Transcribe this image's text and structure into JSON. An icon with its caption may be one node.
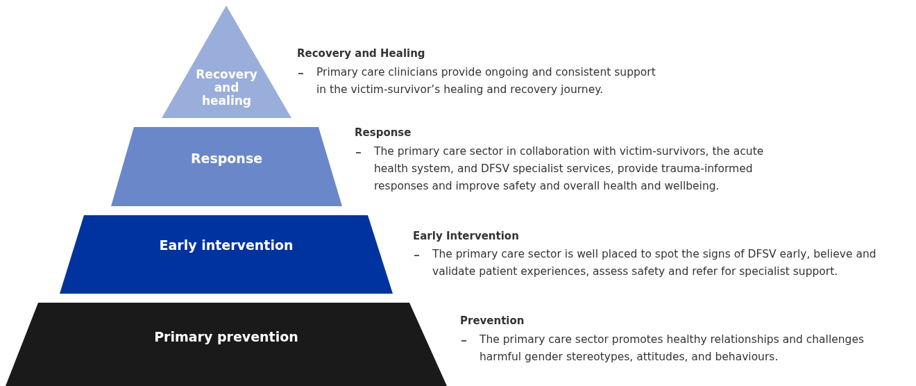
{
  "diagram": {
    "nodes": [
      {
        "text": [
          "Recovery and healing"
        ],
        "beside": [
          "Recovery and Healing",
          "Primary care clinicians provide ongoing and consistent support in the victim-survivor’s healing and recovery journey."
        ]
      },
      {
        "text": [
          "Response"
        ],
        "beside": [
          "Response",
          "The primary care sector in collaboration with victim-survivors, the acute health system, and DFSV specialist services, provide trauma-informed responses and improve safety and overall health and wellbeing."
        ]
      },
      {
        "text": [
          "Early intervention"
        ],
        "beside": [
          "Early Intervention",
          "The primary care sector is well placed to spot the signs of DFSV early, believe and validate patient experiences, assess safety and refer for specialist support."
        ]
      },
      {
        "text": [
          "Primary prevention"
        ],
        "beside": [
          "Prevention",
          "The primary care sector promotes healthy relationships and challenges harmful gender stereotypes, attitudes, and behaviours."
        ]
      }
    ]
  }
}
